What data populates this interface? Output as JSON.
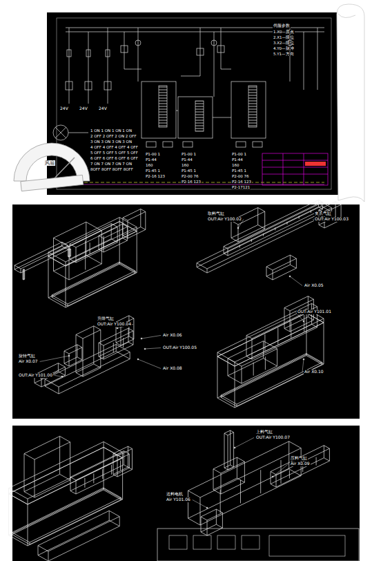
{
  "diagram": {
    "labels": [
      "24V",
      "24V",
      "24V",
      "风扇",
      "1 ON 1 ON 1 ON 1 ON",
      "2 OFF 2 OFF 2 ON 2 OFF",
      "3 ON 3 ON 3 ON 3 ON",
      "4 OFF 4 OFF 4 OFF 4 OFF",
      "5 OFF 5 OFF 5 OFF 5 OFF",
      "6 OFF 6 OFF 6 OFF 6 OFF",
      "7 ON 7 ON 7 ON 7 ON",
      "8OFF 8OFF 8OFF 8OFF",
      "P1-00 1",
      "P1-44",
      "160",
      "P1-45 1",
      "P2-16 123",
      "P1-00 1",
      "P1-44",
      "160",
      "P1-45 1",
      "P2-00 76",
      "P2-16 123",
      "P1-00 1",
      "P1-44",
      "160",
      "P1-45 1",
      "P2-00 76",
      "P2-16 123",
      "P2-17121",
      "伺服参数",
      "1.X0—原点",
      "2.X1—限位",
      "3.X2—限位",
      "4.Y0—脉冲",
      "5.Y1—方向",
      "取料气缸",
      "OUT:Air Y100.02",
      "夹爪气缸",
      "OUT:Air Y100.03",
      "Air X0.05",
      "升降气缸",
      "OUT:Air Y100.04",
      "Air X0.06",
      "OUT:Air Y100.05",
      "旋转气缸",
      "Air X0.07",
      "OUT:Air Y101.00",
      "Air X0.08",
      "OUT:Air Y101.01",
      "Air X0.10",
      "上料气缸",
      "OUT:Air Y100.07",
      "压料气缸",
      "Air X0.09",
      "送料电机",
      "Air Y101.06"
    ]
  }
}
